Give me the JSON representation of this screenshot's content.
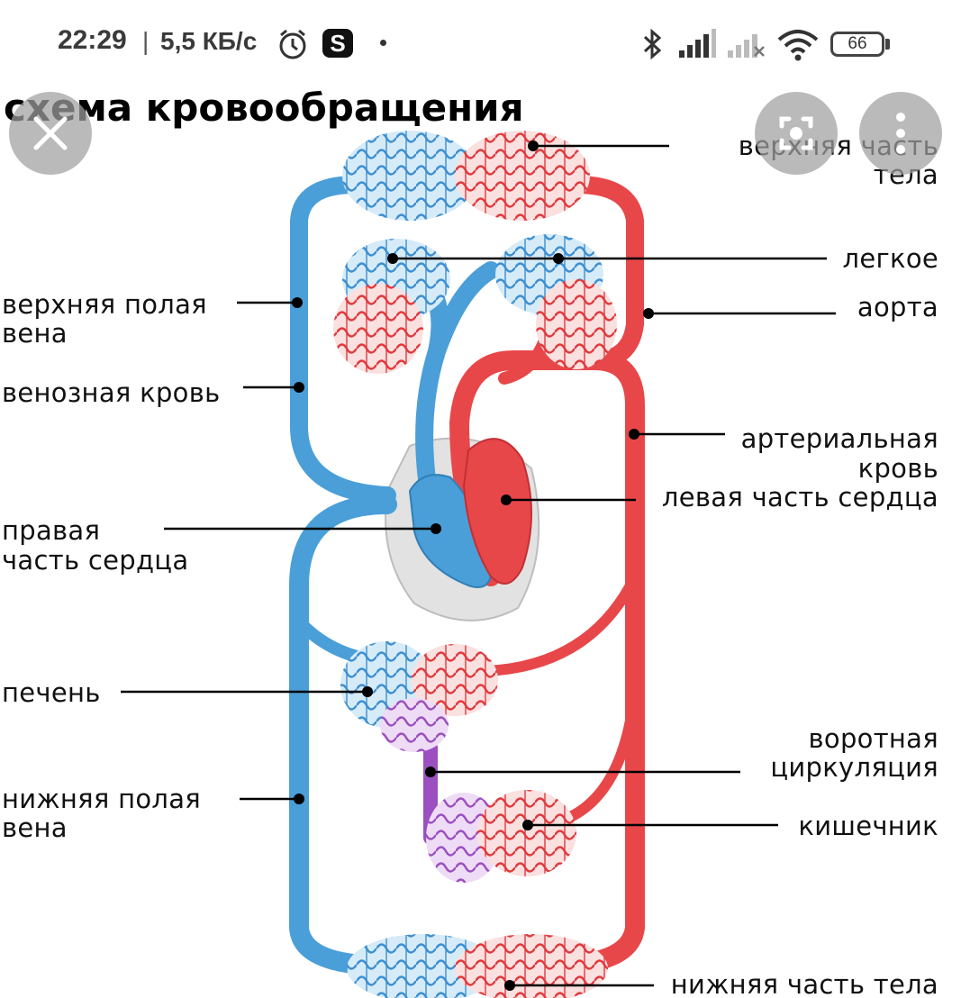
{
  "status_bar": {
    "time": "22:29",
    "separator": "|",
    "network_speed": "5,5 КБ/с",
    "app_badge": "S",
    "battery": "66",
    "icons": [
      "alarm-icon",
      "bluetooth-icon",
      "signal-icon",
      "signal-no-service-icon",
      "wifi-icon",
      "battery-icon"
    ]
  },
  "diagram": {
    "title": "схема кровообращения",
    "labels": {
      "upper_body_1": "верхняя часть",
      "upper_body_2": "тела",
      "lung": "легкое",
      "aorta": "аорта",
      "sup_vena_cava_1": "верхняя полая",
      "sup_vena_cava_2": "вена",
      "venous_blood": "венозная кровь",
      "arterial_blood_1": "артериальная",
      "arterial_blood_2": "кровь",
      "left_heart": "левая часть сердца",
      "right_heart_1": "правая",
      "right_heart_2": "часть сердца",
      "liver": "печень",
      "portal_1": "воротная",
      "portal_2": "циркуляция",
      "inf_vena_cava_1": "нижняя полая",
      "inf_vena_cava_2": "вена",
      "intestine": "кишечник",
      "lower_body": "нижняя часть тела"
    },
    "colors": {
      "venous": "#4a9fd8",
      "arterial": "#e8474a",
      "portal": "#9b4fc0",
      "heart_sac": "#dddddd"
    }
  },
  "overlay": {
    "close_icon": "close-icon",
    "lens_icon": "lens-icon",
    "more_icon": "more-vert-icon"
  }
}
